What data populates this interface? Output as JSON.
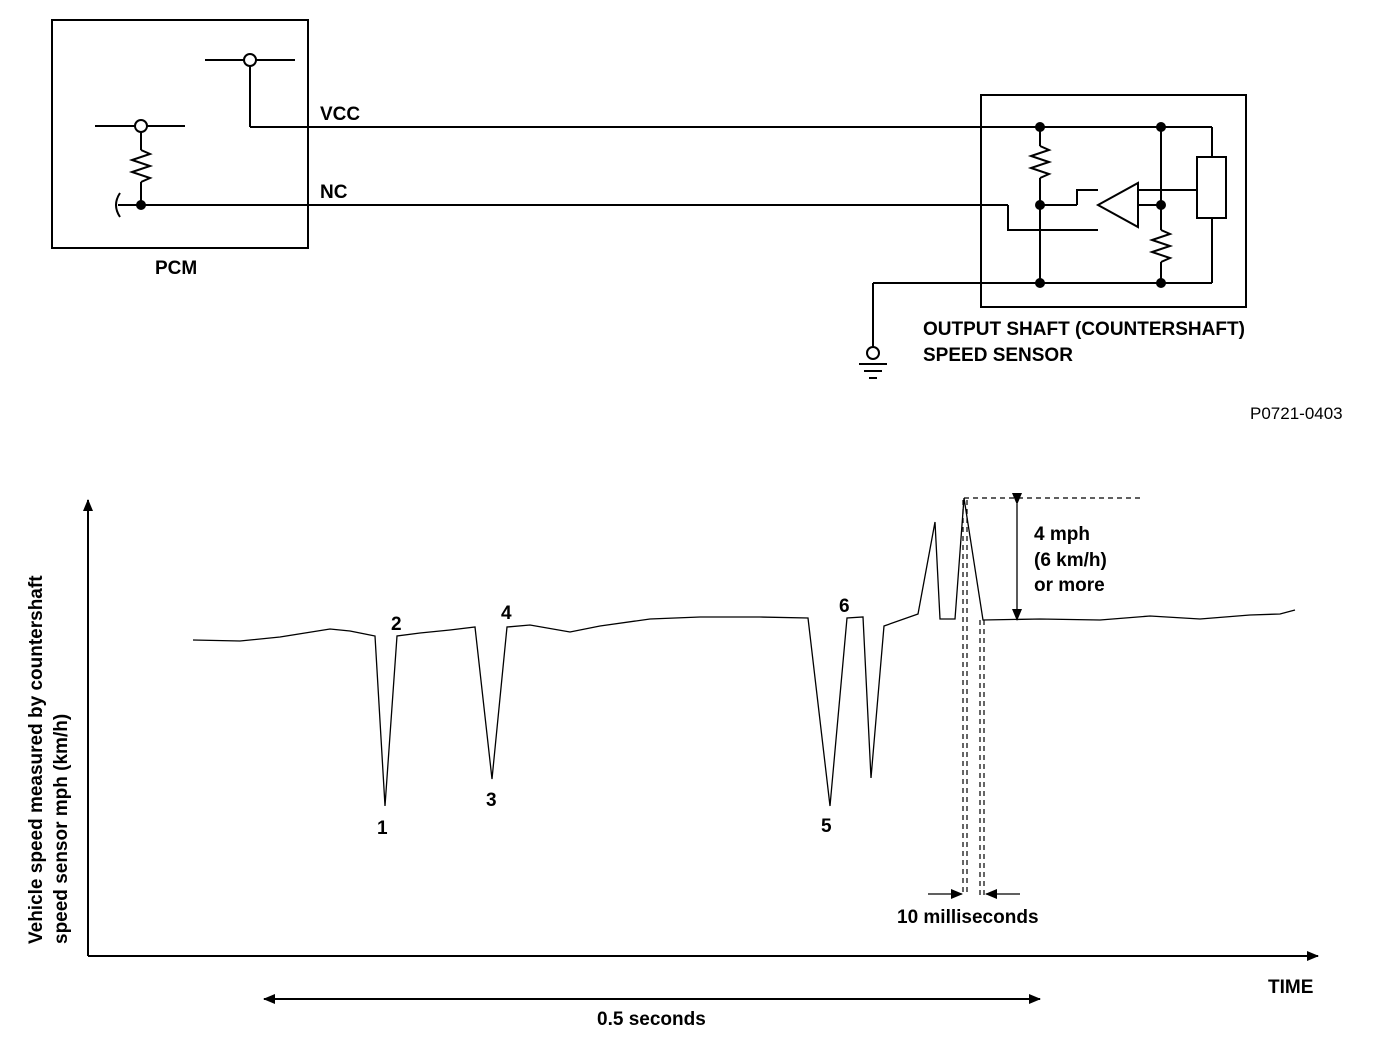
{
  "circuit": {
    "pcm_label": "PCM",
    "vcc_label": "VCC",
    "nc_label": "NC",
    "sensor_label_line1": "OUTPUT SHAFT (COUNTERSHAFT)",
    "sensor_label_line2": "SPEED SENSOR",
    "figure_code": "P0721-0403"
  },
  "graph": {
    "y_axis_line1": "Vehicle speed measured by countershaft",
    "y_axis_line2": "speed sensor mph (km/h)",
    "x_axis_label": "TIME",
    "points": [
      "1",
      "2",
      "3",
      "4",
      "5",
      "6"
    ],
    "spike_line1": "4 mph",
    "spike_line2": "(6 km/h)",
    "spike_line3": "or more",
    "pulse_width_label": "10 milliseconds",
    "span_label": "0.5 seconds"
  }
}
